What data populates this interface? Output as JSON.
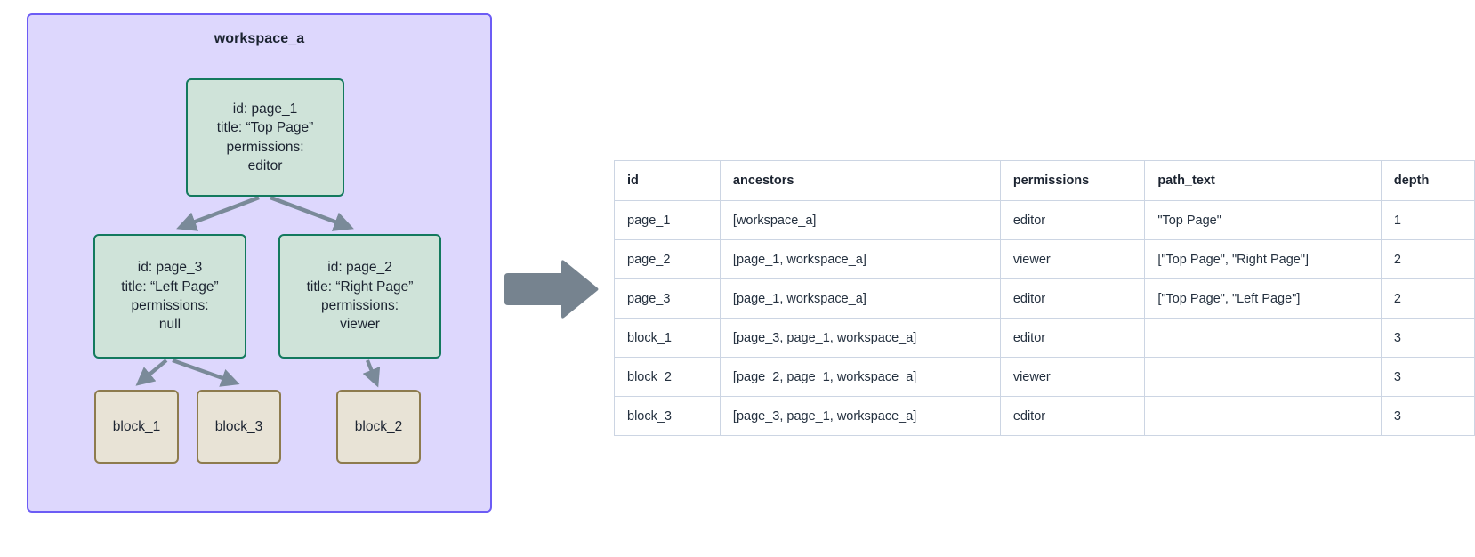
{
  "workspace": {
    "label": "workspace_a",
    "accent_border": "#6c5cf5",
    "accent_fill": "#ddd7fd"
  },
  "diagram": {
    "page_node_fill": "#cfe3d9",
    "page_node_border": "#13795e",
    "block_node_fill": "#e8e3d6",
    "block_node_border": "#8d7b4e",
    "edge_color": "#7a8a99",
    "nodes": {
      "page_1": {
        "id_line": "id: page_1",
        "title_line": "title: “Top Page”",
        "permissions_label": "permissions:",
        "permissions_value": "editor"
      },
      "page_3": {
        "id_line": "id: page_3",
        "title_line": "title: “Left Page”",
        "permissions_label": "permissions:",
        "permissions_value": "null"
      },
      "page_2": {
        "id_line": "id: page_2",
        "title_line": "title: “Right Page”",
        "permissions_label": "permissions:",
        "permissions_value": "viewer"
      },
      "block_1": {
        "label": "block_1"
      },
      "block_3": {
        "label": "block_3"
      },
      "block_2": {
        "label": "block_2"
      }
    }
  },
  "flow_arrow": {
    "direction": "right",
    "color": "#76838f"
  },
  "table": {
    "columns": [
      "id",
      "ancestors",
      "permissions",
      "path_text",
      "depth"
    ],
    "rows": [
      {
        "id": "page_1",
        "ancestors": "[workspace_a]",
        "permissions": "editor",
        "path_text": "\"Top Page\"",
        "depth": "1"
      },
      {
        "id": "page_2",
        "ancestors": "[page_1, workspace_a]",
        "permissions": "viewer",
        "path_text": "[\"Top Page\", \"Right Page\"]",
        "depth": "2"
      },
      {
        "id": "page_3",
        "ancestors": "[page_1, workspace_a]",
        "permissions": "editor",
        "path_text": "[\"Top Page\", \"Left Page\"]",
        "depth": "2"
      },
      {
        "id": "block_1",
        "ancestors": "[page_3, page_1, workspace_a]",
        "permissions": "editor",
        "path_text": "",
        "depth": "3"
      },
      {
        "id": "block_2",
        "ancestors": "[page_2, page_1, workspace_a]",
        "permissions": "viewer",
        "path_text": "",
        "depth": "3"
      },
      {
        "id": "block_3",
        "ancestors": "[page_3, page_1, workspace_a]",
        "permissions": "editor",
        "path_text": "",
        "depth": "3"
      }
    ]
  }
}
